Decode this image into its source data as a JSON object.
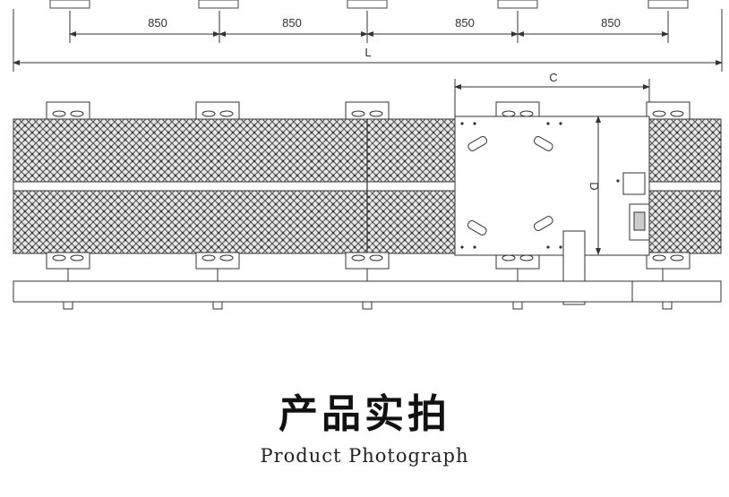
{
  "drawing": {
    "dimensions": {
      "spans": [
        "850",
        "850",
        "850",
        "850"
      ],
      "total": "L",
      "cart_width": "C",
      "cart_height": "D"
    }
  },
  "caption": {
    "title_cn": "产品实拍",
    "title_en": "Product Photograph"
  }
}
